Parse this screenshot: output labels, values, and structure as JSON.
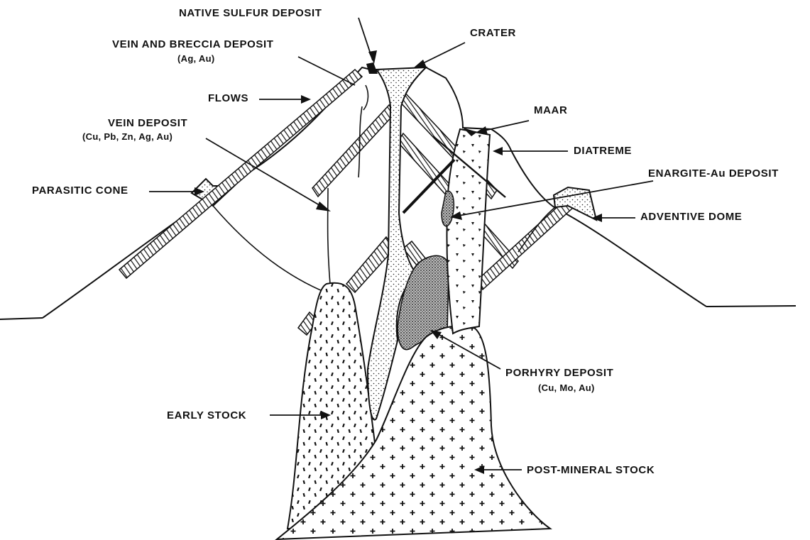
{
  "labels": {
    "native_sulfur": "NATIVE SULFUR DEPOSIT",
    "crater": "CRATER",
    "vein_breccia": "VEIN AND BRECCIA DEPOSIT",
    "vein_breccia_metals": "(Ag, Au)",
    "flows": "FLOWS",
    "maar": "MAAR",
    "vein_deposit": "VEIN DEPOSIT",
    "vein_deposit_metals": "(Cu, Pb, Zn, Ag, Au)",
    "diatreme": "DIATREME",
    "enargite": "ENARGITE-Au DEPOSIT",
    "parasitic_cone": "PARASITIC CONE",
    "adventive_dome": "ADVENTIVE DOME",
    "porphyry": "PORHYRY DEPOSIT",
    "porphyry_metals": "(Cu, Mo, Au)",
    "early_stock": "EARLY STOCK",
    "post_mineral_stock": "POST-MINERAL STOCK"
  }
}
